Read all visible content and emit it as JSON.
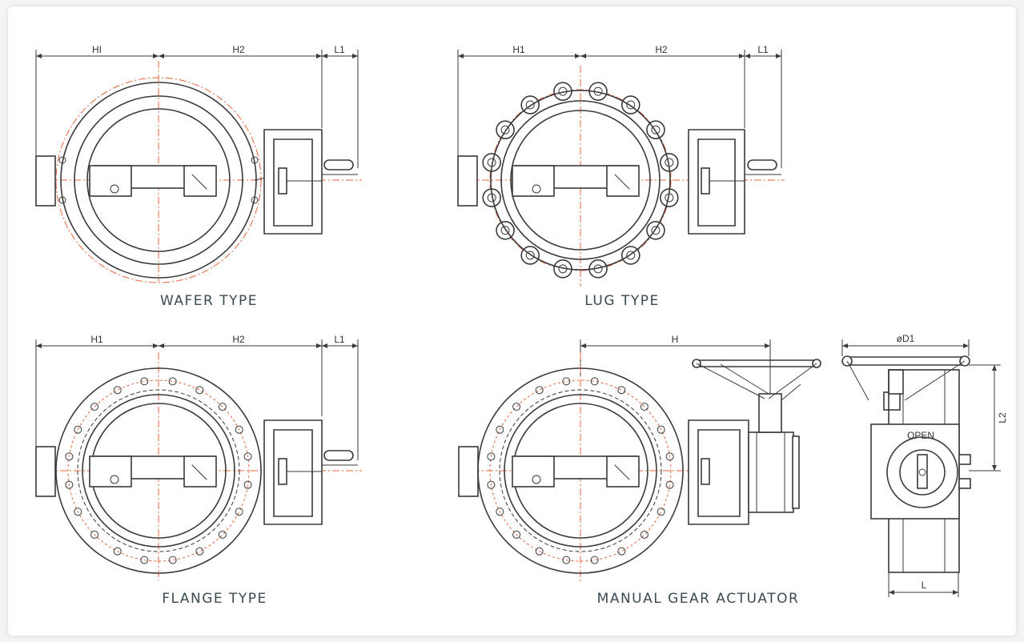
{
  "views": {
    "wafer": {
      "caption": "WAFER TYPE",
      "dims": {
        "h1": "HI",
        "h2": "H2",
        "l1": "L1"
      }
    },
    "lug": {
      "caption": "LUG TYPE",
      "dims": {
        "h1": "H1",
        "h2": "H2",
        "l1": "L1"
      }
    },
    "flange": {
      "caption": "FLANGE TYPE",
      "dims": {
        "h1": "H1",
        "h2": "H2",
        "l1": "L1"
      }
    },
    "gear": {
      "caption": "MANUAL GEAR ACTUATOR",
      "dims": {
        "h": "H",
        "d1": "øD1",
        "l2": "L2",
        "l": "L"
      }
    }
  },
  "colors": {
    "line": "#3a3a3a",
    "centerline": "#e8633a",
    "caption": "#3b4a52"
  }
}
